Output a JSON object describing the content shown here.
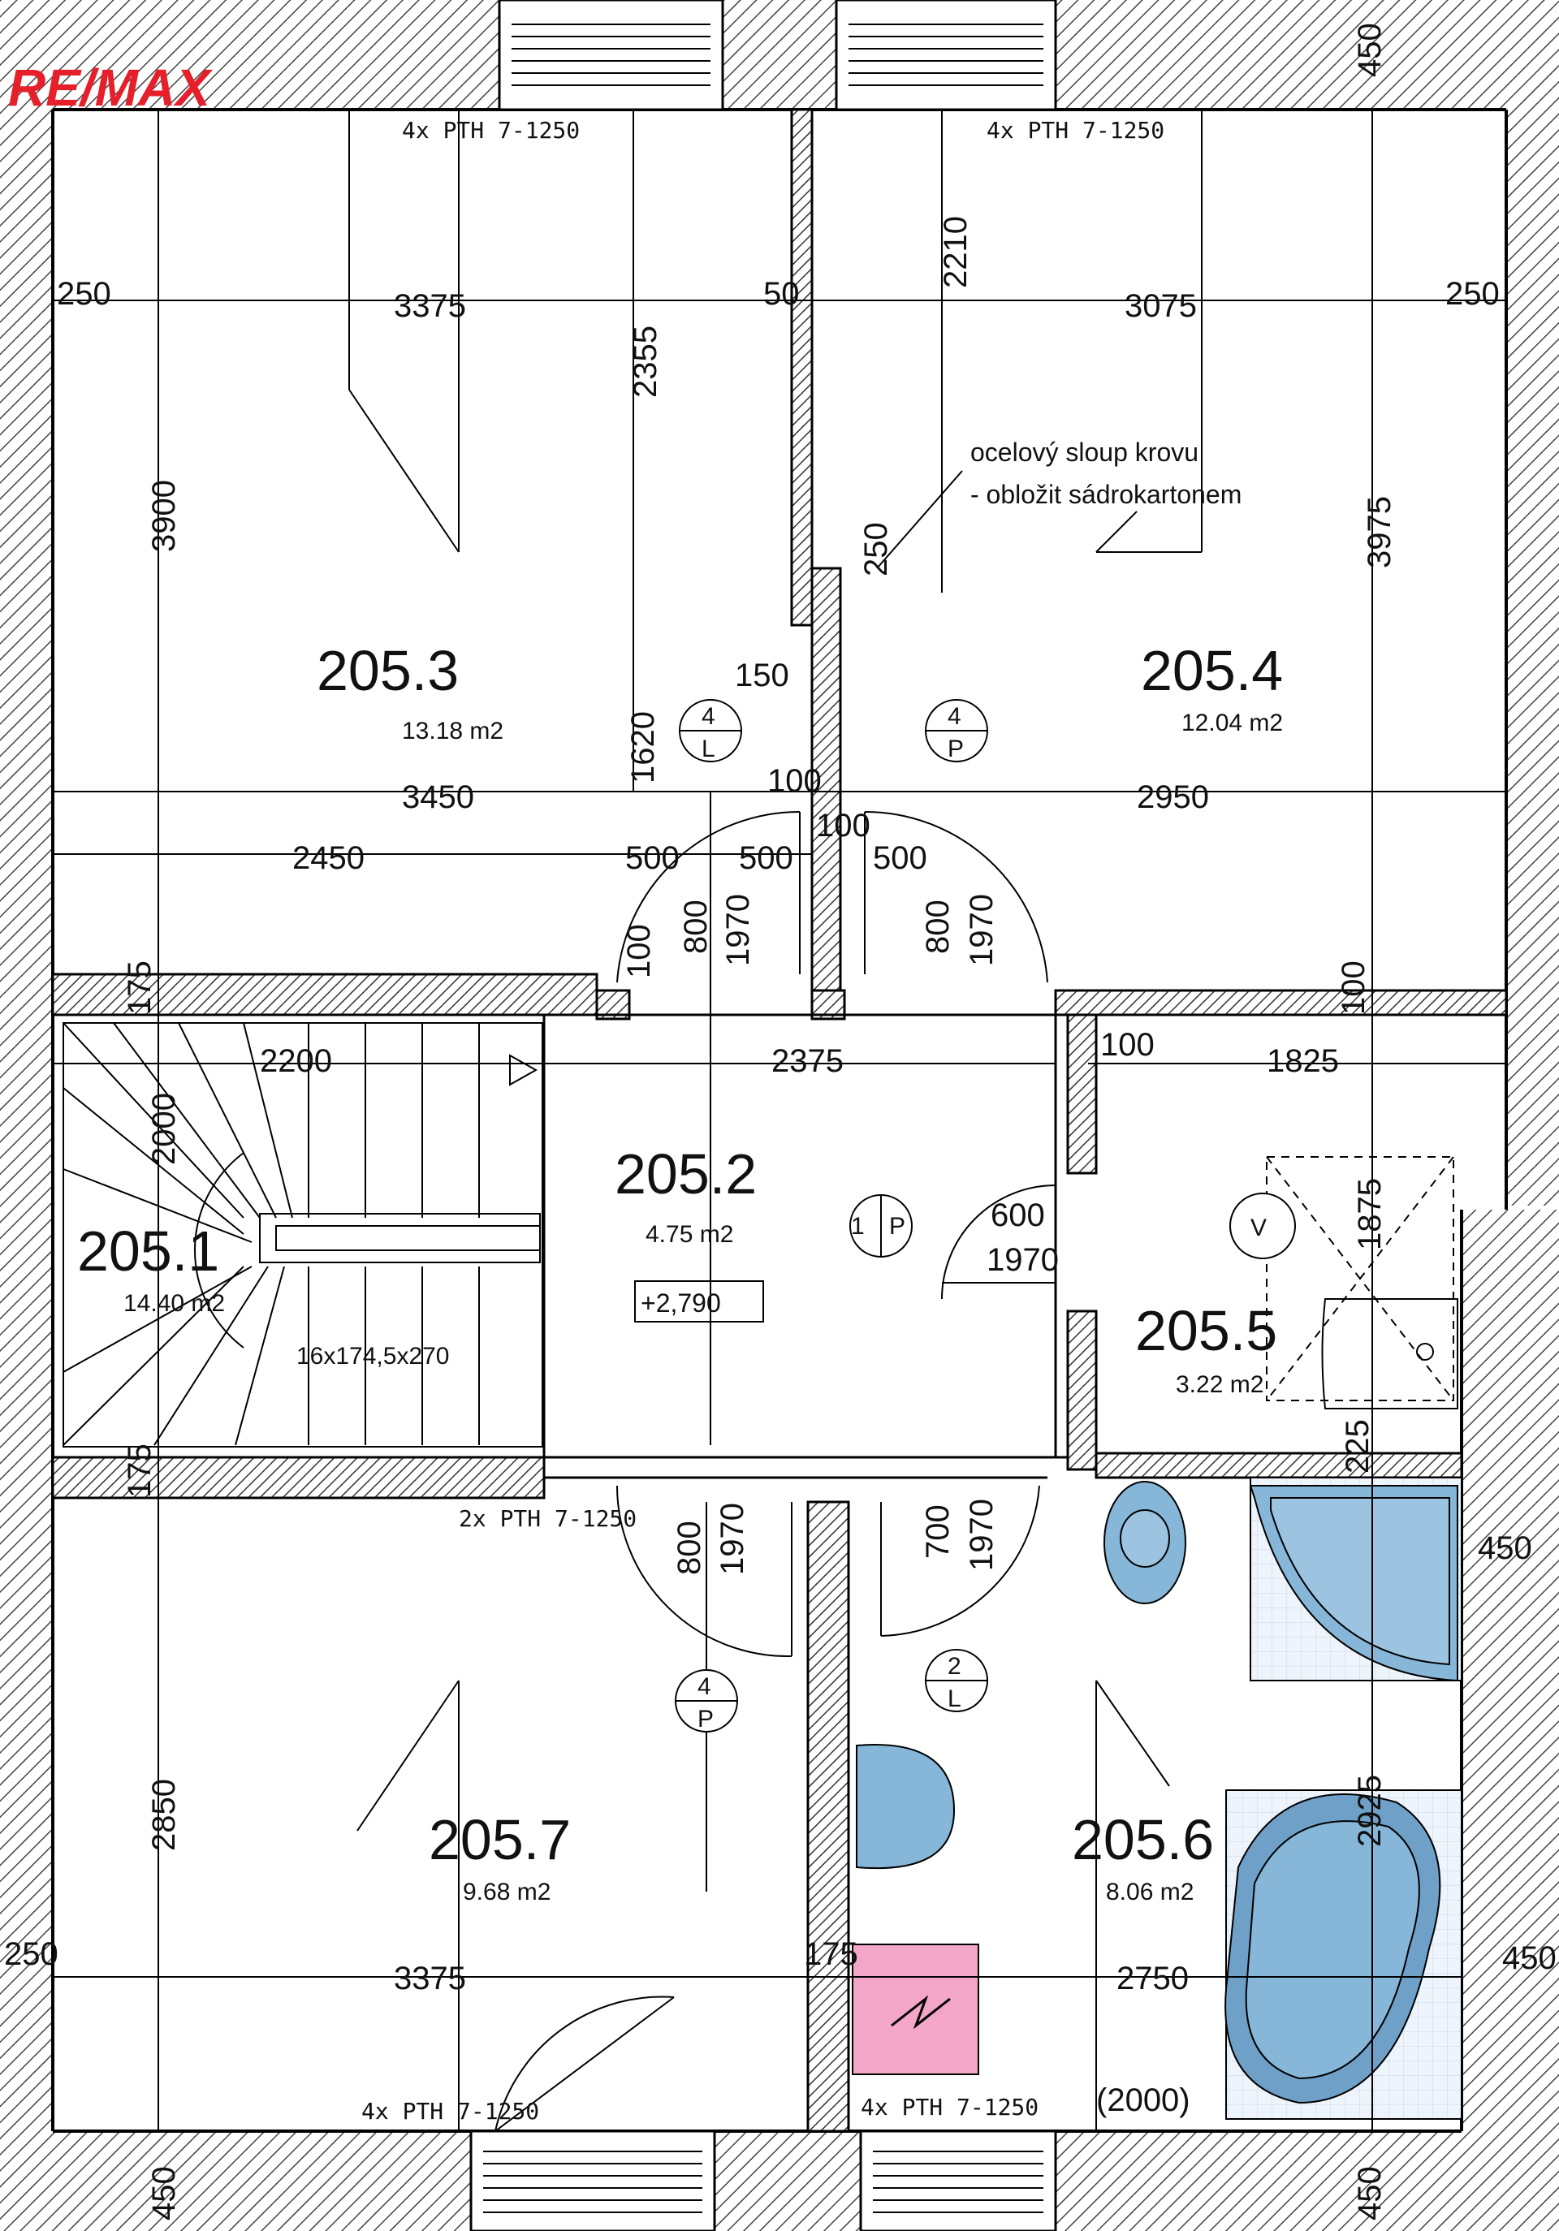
{
  "logo": {
    "text": "RE/MAX",
    "color": "#e5202b"
  },
  "colors": {
    "wall_hatch": "#444444",
    "fixture_blue": "#86b6d8",
    "tub_fill": "#6fa0c8",
    "pink_box": "#f3a6c8",
    "text": "#111111"
  },
  "rooms": [
    {
      "id": "205.1",
      "area": "14.40 m2"
    },
    {
      "id": "205.2",
      "area": "4.75 m2",
      "level": "+2,790"
    },
    {
      "id": "205.3",
      "area": "13.18 m2"
    },
    {
      "id": "205.4",
      "area": "12.04 m2"
    },
    {
      "id": "205.5",
      "area": "3.22 m2"
    },
    {
      "id": "205.6",
      "area": "8.06 m2"
    },
    {
      "id": "205.7",
      "area": "9.68 m2"
    }
  ],
  "windows": {
    "top_left": "4x PTH 7-1250",
    "top_right": "4x PTH 7-1250",
    "mid_left": "2x PTH 7-1250",
    "bottom_left": "4x PTH 7-1250",
    "bottom_right": "4x PTH 7-1250"
  },
  "note": {
    "line1": "ocelový sloup krovu",
    "line2": "- obložit sádrokartonem"
  },
  "stairs": {
    "spec": "16x174,5x270"
  },
  "door_tags": [
    {
      "top": "4",
      "bottom": "L"
    },
    {
      "top": "4",
      "bottom": "P"
    },
    {
      "top": "1",
      "bottom": "P"
    },
    {
      "top": "4",
      "bottom": "P"
    },
    {
      "top": "2",
      "bottom": "L"
    }
  ],
  "vent_label": "V",
  "dims": {
    "d250_left": "250",
    "d3375_top": "3375",
    "d50": "50",
    "d3075": "3075",
    "d250_right": "250",
    "d2355": "2355",
    "d2210": "2210",
    "d3900": "3900",
    "d3975": "3975",
    "d250_small": "250",
    "d150": "150",
    "d1620": "1620",
    "d100_a": "100",
    "d3450": "3450",
    "d2950": "2950",
    "d100_b": "100",
    "d2450": "2450",
    "d500_a": "500",
    "d500_b": "500",
    "d500_c": "500",
    "d100_c": "100",
    "d800_a": "800",
    "d1970_a": "1970",
    "d800_b": "800",
    "d1970_b": "1970",
    "d175_a": "175",
    "d100_d": "100",
    "d2200": "2200",
    "d2375": "2375",
    "d100_e": "100",
    "d1825": "1825",
    "d2000": "2000",
    "d600": "600",
    "d1970_c": "1970",
    "d1875": "1875",
    "d225": "225",
    "d175_b": "175",
    "d800_c": "800",
    "d1970_d": "1970",
    "d700": "700",
    "d1970_e": "1970",
    "d450_right": "450",
    "d2850": "2850",
    "d2925": "2925",
    "d250_bl": "250",
    "d3375_bottom": "3375",
    "d175_c": "175",
    "d2750": "2750",
    "d450_br": "450",
    "d2000_b": "(2000)",
    "d450_top": "450",
    "d450_bottom_l": "450",
    "d450_bottom_r": "450"
  }
}
